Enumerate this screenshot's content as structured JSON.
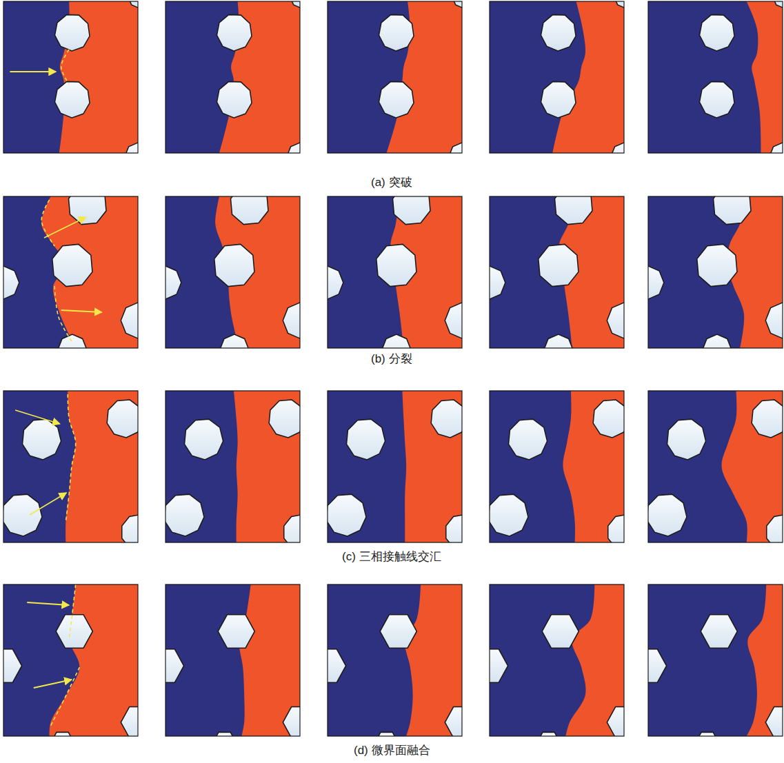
{
  "diagram": {
    "labels": [
      "(a) 突破",
      "(b) 分裂",
      "(c) 三相接触线交汇",
      "(d) 微界面融合"
    ]
  }
}
